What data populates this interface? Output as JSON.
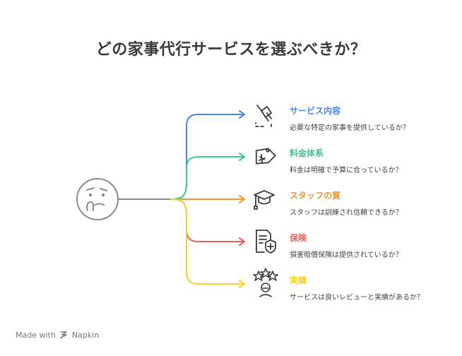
{
  "title": "どの家事代行サービスを選ぶべきか？",
  "colors": {
    "trunk": "#8a8a8a",
    "icon": "#3d3d3d"
  },
  "branches": [
    {
      "label": "サービス内容",
      "description": "必要な特定の家事を提供しているか？",
      "color": "#4a86e8",
      "icon": "broom-icon"
    },
    {
      "label": "料金体系",
      "description": "料金は明確で予算に合っているか？",
      "color": "#3fc98a",
      "icon": "price-tag-icon"
    },
    {
      "label": "スタッフの質",
      "description": "スタッフは訓練され信頼できるか？",
      "color": "#f0972f",
      "icon": "graduation-cap-icon"
    },
    {
      "label": "保険",
      "description": "損害賠償保険は提供されているか？",
      "color": "#e8635a",
      "icon": "insured-document-icon"
    },
    {
      "label": "実績",
      "description": "サービスは良いレビューと実績があるか？",
      "color": "#f2d42a",
      "icon": "rating-stars-icon"
    }
  ],
  "footer": {
    "made_with": "Made with",
    "brand": "Napkin"
  }
}
